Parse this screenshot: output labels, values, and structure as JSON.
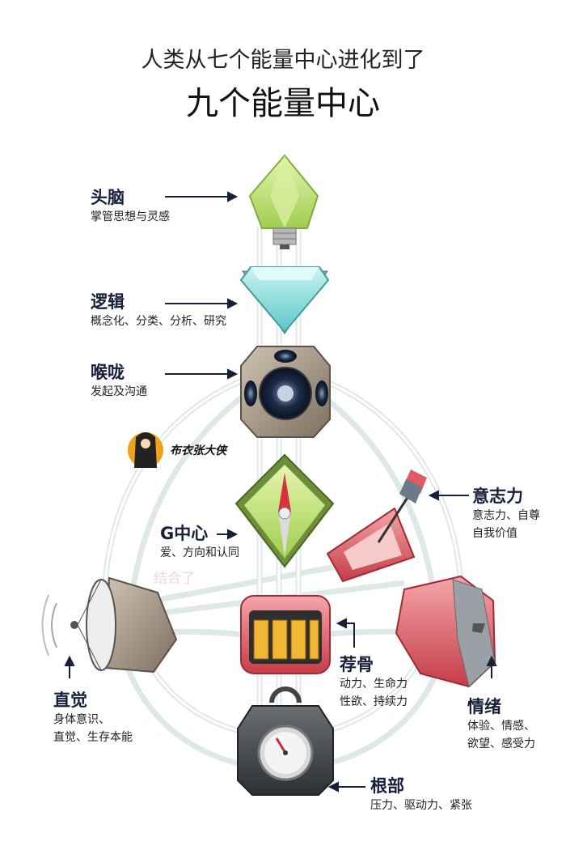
{
  "title": {
    "line1": "人类从七个能量中心进化到了",
    "line2": "九个能量中心"
  },
  "centers": [
    {
      "id": "head",
      "name": "头脑",
      "desc": [
        "掌管思想与灵感"
      ],
      "icon": "light-bulb-crystal-icon"
    },
    {
      "id": "ajna",
      "name": "逻辑",
      "desc": [
        "概念化、分类、分析、研究"
      ],
      "icon": "diamond-chip-icon"
    },
    {
      "id": "throat",
      "name": "喉咙",
      "desc": [
        "发起及沟通"
      ],
      "icon": "speaker-cube-icon"
    },
    {
      "id": "g",
      "name": "G中心",
      "desc": [
        "爱、方向和认同"
      ],
      "icon": "compass-icon"
    },
    {
      "id": "will",
      "name": "意志力",
      "desc": [
        "意志力、自尊",
        "自我价值"
      ],
      "icon": "heart-dart-icon"
    },
    {
      "id": "spleen",
      "name": "直觉",
      "desc": [
        "身体意识、",
        "直觉、生存本能"
      ],
      "icon": "satellite-dish-icon"
    },
    {
      "id": "sacral",
      "name": "荐骨",
      "desc": [
        "动力、生命力",
        "性欲、持续力"
      ],
      "icon": "battery-pack-icon"
    },
    {
      "id": "emotion",
      "name": "情绪",
      "desc": [
        "体验、情感、",
        "欲望、感受力"
      ],
      "icon": "mask-icon"
    },
    {
      "id": "root",
      "name": "根部",
      "desc": [
        "压力、驱动力、紧张"
      ],
      "icon": "pressure-gauge-icon"
    }
  ],
  "logo": {
    "text": "布衣张大侠"
  },
  "watermark": "结合了",
  "colors": {
    "label": "#16203a",
    "channel": "#d9e3e3",
    "lime": "#b9dc6e",
    "teal": "#7fd6d6",
    "red": "#d9535e",
    "bronze": "#9c8f7f"
  }
}
